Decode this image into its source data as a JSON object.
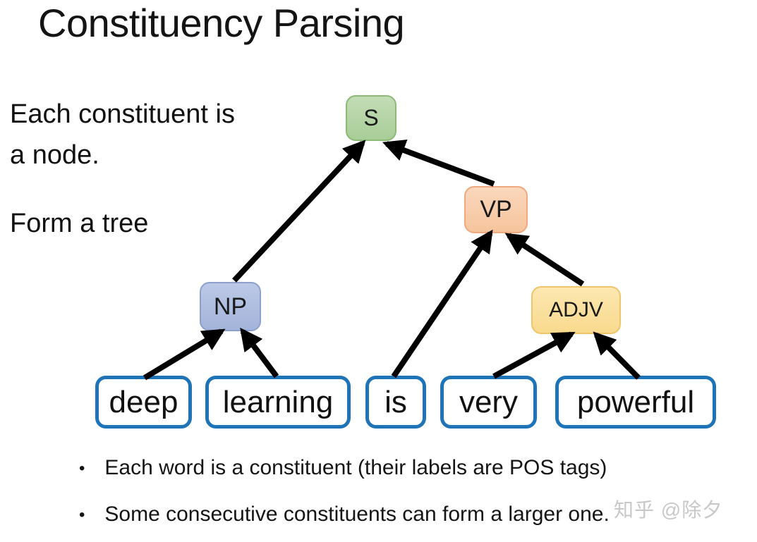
{
  "slide": {
    "title": "Constituency Parsing",
    "note_primary": "Each constituent is\na node.",
    "note_secondary": "Form a tree",
    "bullets": [
      "Each word is a constituent (their labels are POS tags)",
      "Some consecutive constituents can form a larger one."
    ],
    "watermark": "知乎 @除夕"
  },
  "tree": {
    "sentence": "deep learning is very powerful",
    "nodes": [
      {
        "label": "S",
        "fill": "#b3d3a4",
        "border": "#8cba77"
      },
      {
        "label": "VP",
        "fill": "#f8c9a8",
        "border": "#efa87f"
      },
      {
        "label": "NP",
        "fill": "#aab9de",
        "border": "#8da0cd"
      },
      {
        "label": "ADJV",
        "fill": "#fbe09d",
        "border": "#eec568"
      }
    ],
    "words": [
      {
        "label": "deep"
      },
      {
        "label": "learning"
      },
      {
        "label": "is"
      },
      {
        "label": "very"
      },
      {
        "label": "powerful"
      }
    ],
    "edges": [
      {
        "from": "deep",
        "to": "NP"
      },
      {
        "from": "learning",
        "to": "NP"
      },
      {
        "from": "NP",
        "to": "S"
      },
      {
        "from": "VP",
        "to": "S"
      },
      {
        "from": "is",
        "to": "VP"
      },
      {
        "from": "ADJV",
        "to": "VP"
      },
      {
        "from": "very",
        "to": "ADJV"
      },
      {
        "from": "powerful",
        "to": "ADJV"
      }
    ],
    "word_box_border_color": "#1f74b8",
    "arrow_color": "#000000"
  }
}
